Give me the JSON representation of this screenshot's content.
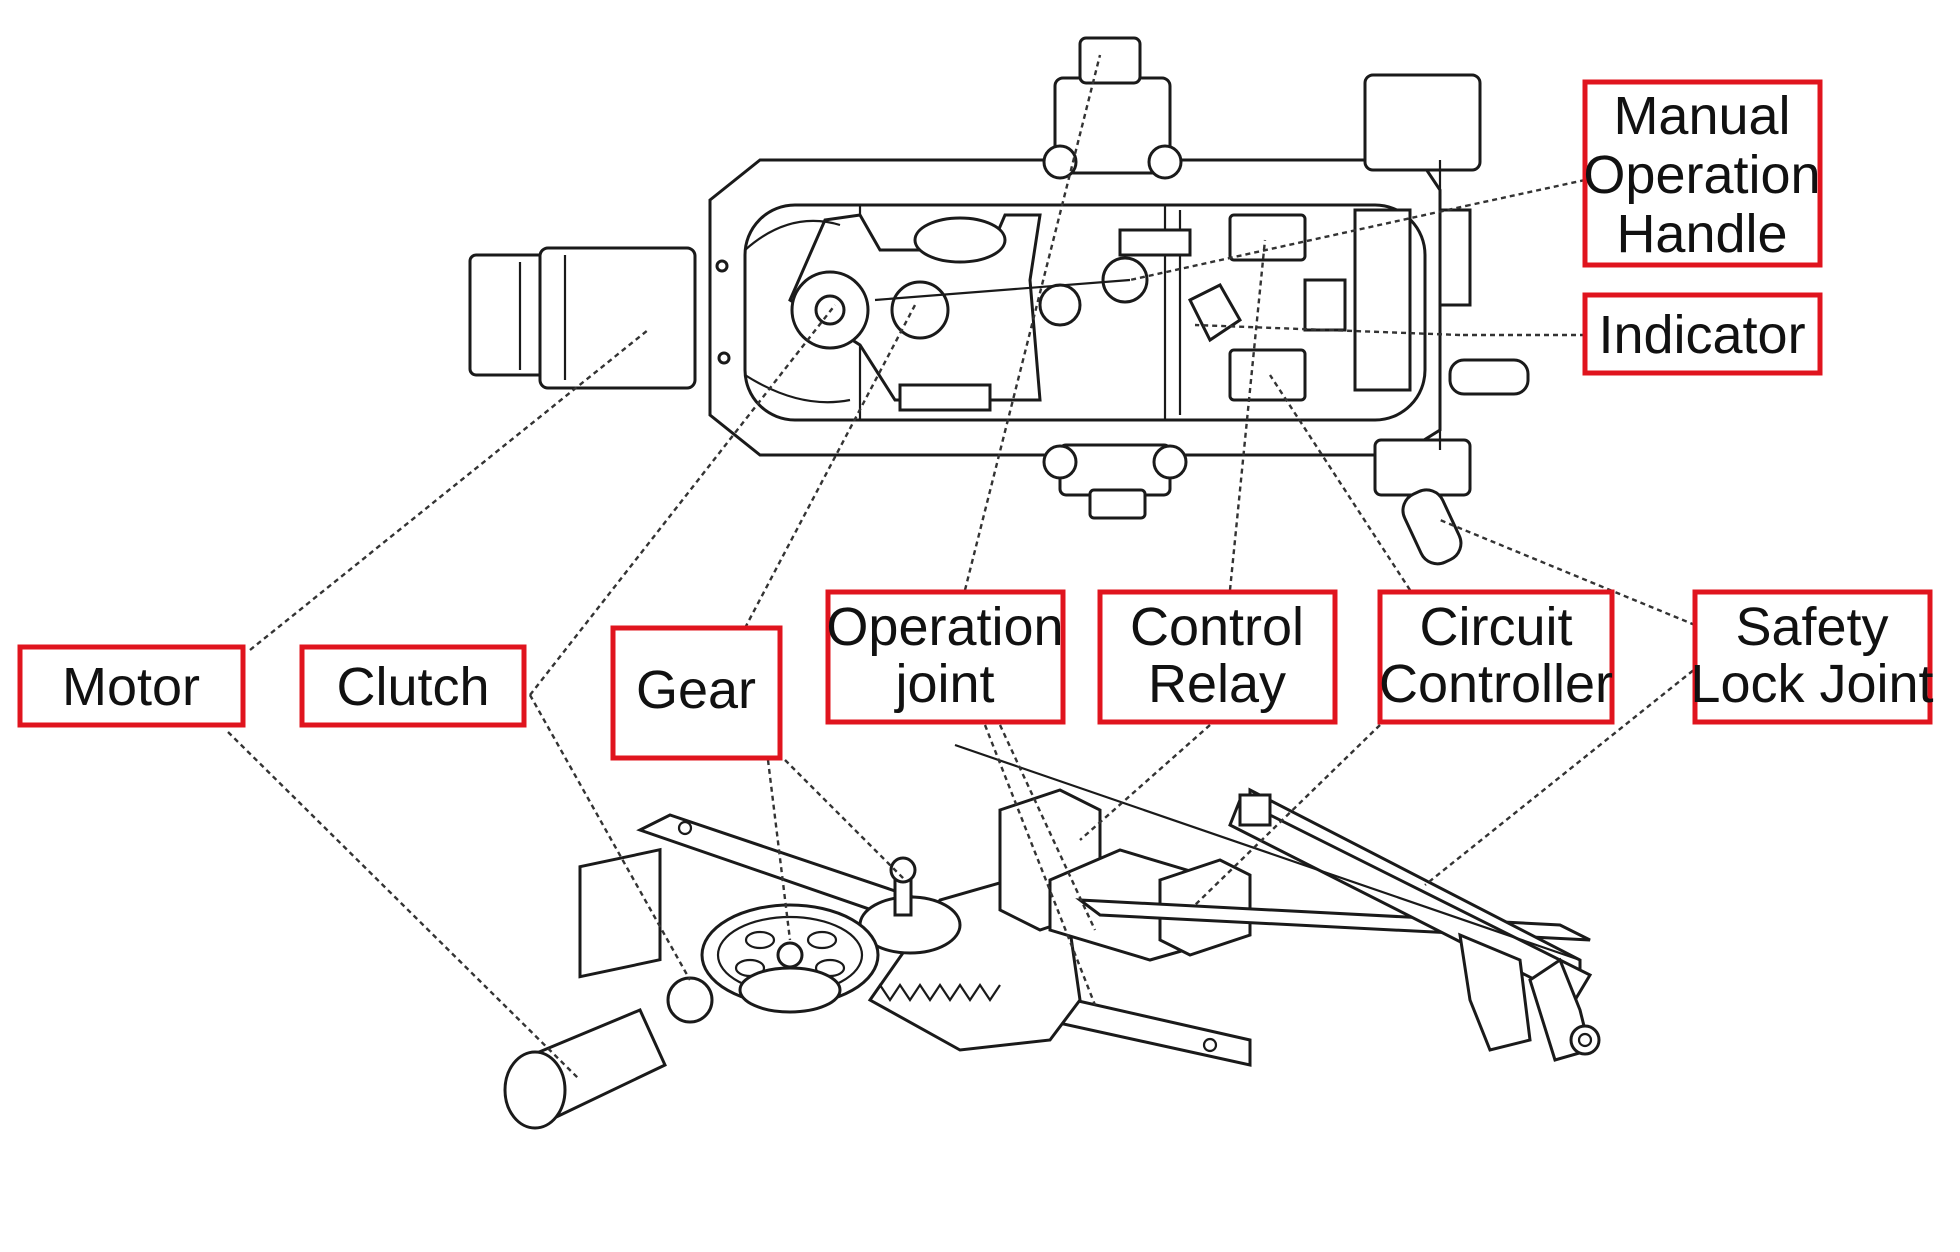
{
  "labels": {
    "manual_handle": [
      "Manual",
      "Operation",
      "Handle"
    ],
    "indicator": [
      "Indicator"
    ],
    "motor": [
      "Motor"
    ],
    "clutch": [
      "Clutch"
    ],
    "gear": [
      "Gear"
    ],
    "operation_joint": [
      "Operation",
      "joint"
    ],
    "control_relay": [
      "Control",
      "Relay"
    ],
    "circuit_controller": [
      "Circuit",
      "Controller"
    ],
    "safety_lock_joint": [
      "Safety",
      "Lock Joint"
    ]
  },
  "colors": {
    "label_border": "#e0141e",
    "line_art": "#1a1a1a"
  }
}
